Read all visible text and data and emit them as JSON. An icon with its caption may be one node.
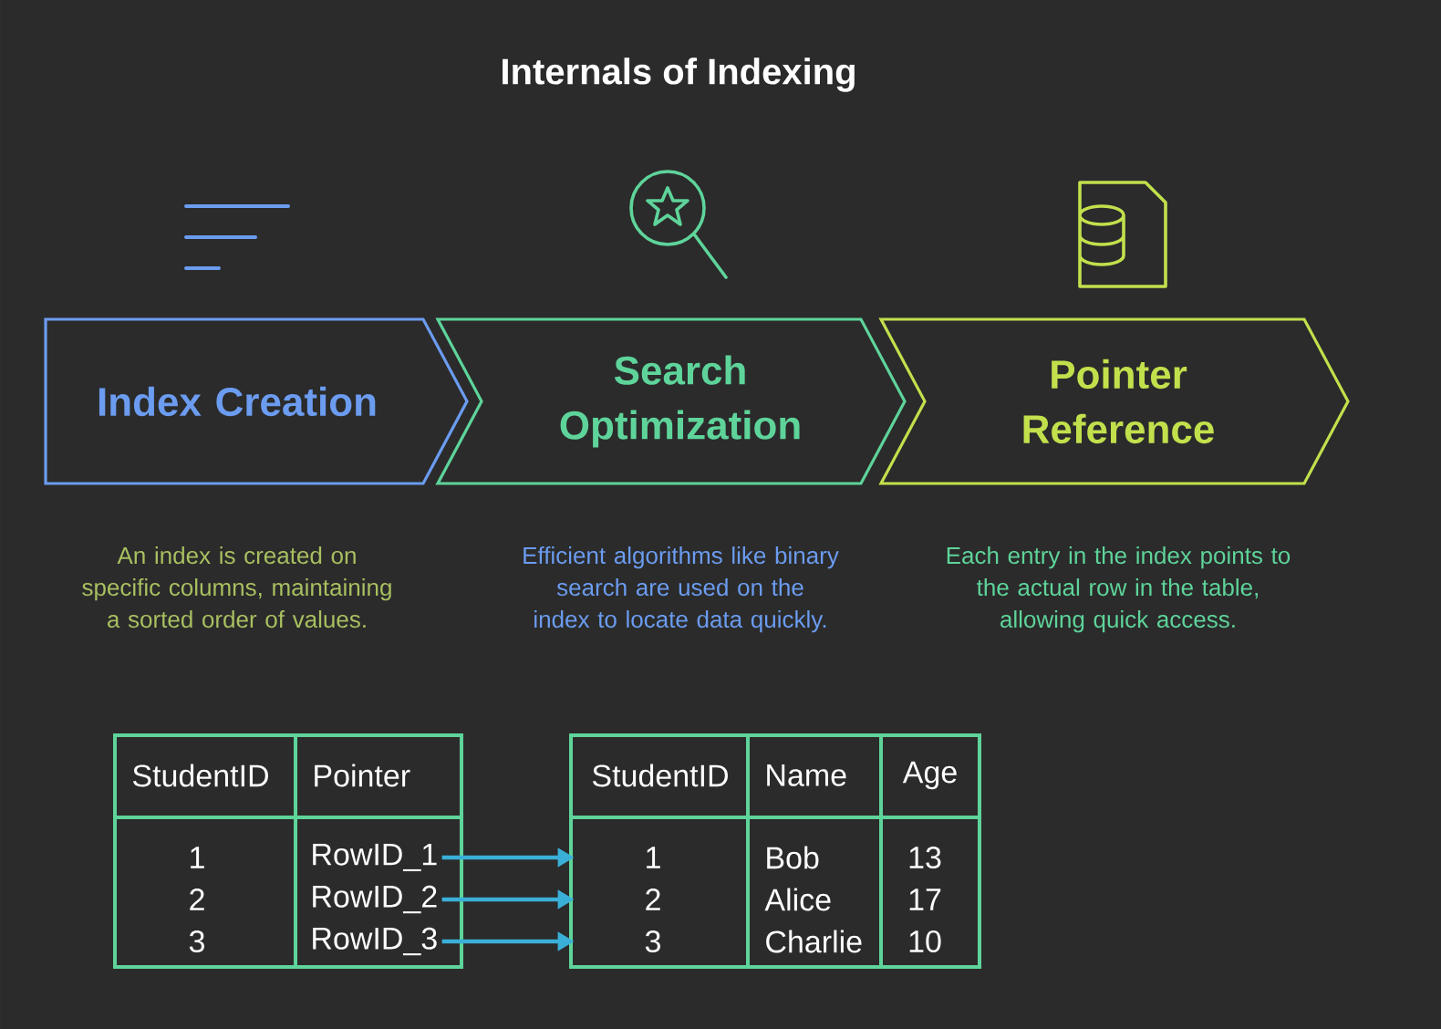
{
  "diagram": {
    "title": "Internals of Indexing",
    "nodes": [
      {
        "text": [
          "Index Creation"
        ],
        "beside": [
          "An index is created on specific columns, maintaining a sorted order of values."
        ]
      },
      {
        "text": [
          "Search Optimization"
        ],
        "beside": [
          "Efficient algorithms like binary search are used on the index to locate data quickly."
        ]
      },
      {
        "text": [
          "Pointer Reference"
        ],
        "beside": [
          "Each entry in the index points to the actual row in the table, allowing quick access."
        ]
      },
      {
        "text": [
          "RowID_1"
        ]
      },
      {
        "text": [
          "RowID_2"
        ]
      },
      {
        "text": [
          "RowID_3"
        ]
      },
      {
        "text": [
          "1"
        ]
      },
      {
        "text": [
          "2"
        ]
      },
      {
        "text": [
          "3"
        ]
      }
    ],
    "edges": [
      {
        "from": 3,
        "to": 6,
        "arrow": "to"
      },
      {
        "from": 4,
        "to": 7,
        "arrow": "to"
      },
      {
        "from": 5,
        "to": 8,
        "arrow": "to"
      }
    ],
    "labels": [
      "StudentID",
      "Pointer",
      "1",
      "2",
      "3",
      "StudentID",
      "Name",
      "Age",
      "Bob",
      "Alice",
      "Charlie",
      "13",
      "17",
      "10"
    ]
  }
}
